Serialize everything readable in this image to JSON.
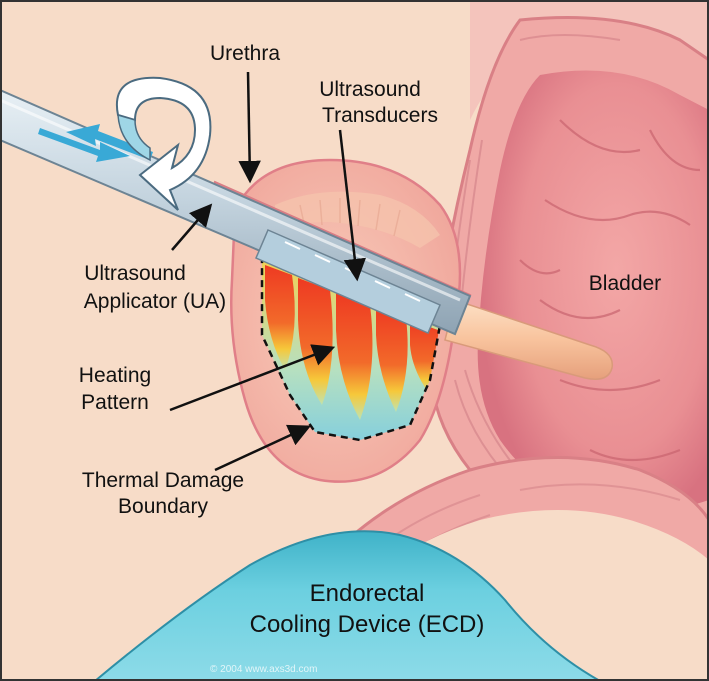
{
  "labels": {
    "urethra": "Urethra",
    "transducers_line1": "Ultrasound",
    "transducers_line2": "Transducers",
    "applicator_line1": "Ultrasound",
    "applicator_line2": "Applicator (UA)",
    "bladder": "Bladder",
    "heating_line1": "Heating",
    "heating_line2": "Pattern",
    "thermal_line1": "Thermal Damage",
    "thermal_line2": "Boundary",
    "ecd_line1": "Endorectal",
    "ecd_line2": "Cooling Device (ECD)"
  },
  "credit": "© 2004 www.axs3d.com",
  "colors": {
    "background": "#f7dcc8",
    "tissue_pink": "#f1a5a0",
    "bladder_muscle": "#e37f86",
    "applicator_metal": "#c9d8e2",
    "ecd_blue": "#5ec8d9",
    "rotation_arrow": "#9fd6e6",
    "heat_hot": "#ee3a22",
    "heat_warm": "#f6c83a",
    "heat_cool": "#7fcde0"
  },
  "icons": [
    "rotation-arrow-icon",
    "translation-arrows-icon"
  ]
}
